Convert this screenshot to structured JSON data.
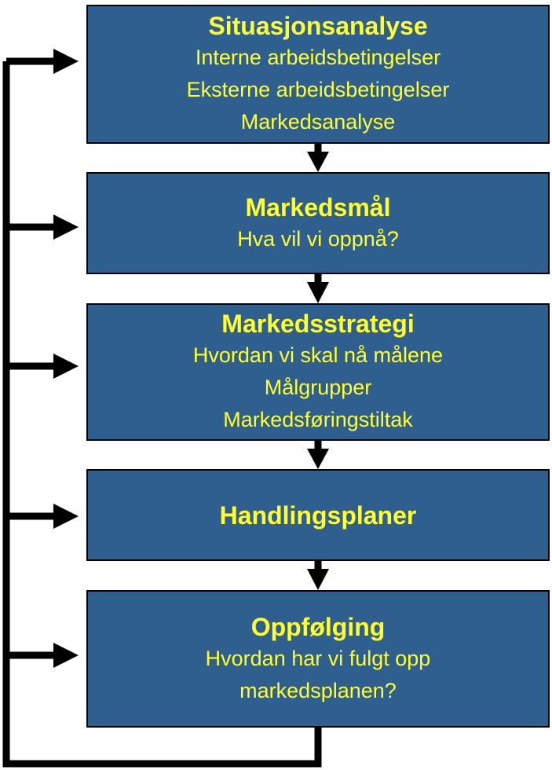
{
  "colors": {
    "box_fill": "#2f5f8f",
    "text": "#ffff33",
    "line": "#000000"
  },
  "steps": [
    {
      "title": "Situasjonsanalyse",
      "lines": [
        "Interne arbeidsbetingelser",
        "Eksterne arbeidsbetingelser",
        "Markedsanalyse"
      ]
    },
    {
      "title": "Markedsmål",
      "lines": [
        "Hva vil vi oppnå?"
      ]
    },
    {
      "title": "Markedsstrategi",
      "lines": [
        "Hvordan vi skal nå målene",
        "Målgrupper",
        "Markedsføringstiltak"
      ]
    },
    {
      "title": "Handlingsplaner",
      "lines": []
    },
    {
      "title": "Oppfølging",
      "lines": [
        "Hvordan har vi fulgt opp",
        "markedsplanen?"
      ]
    }
  ]
}
